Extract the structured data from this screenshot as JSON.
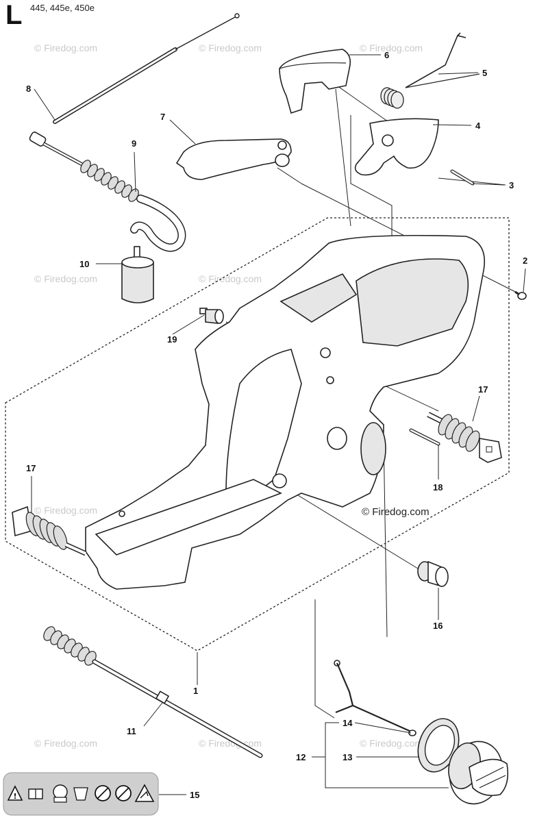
{
  "diagram": {
    "section_letter": "L",
    "models": "445, 445e, 450e",
    "watermark": "© Firedog.com",
    "watermark_main": "© Firedog.com",
    "callouts": [
      "1",
      "2",
      "3",
      "4",
      "5",
      "6",
      "7",
      "8",
      "9",
      "10",
      "11",
      "12",
      "13",
      "14",
      "15",
      "16",
      "17",
      "17",
      "18",
      "19"
    ],
    "warning_icons": [
      "warning-triangle-icon",
      "manual-book-icon",
      "protective-gear-icon",
      "chainsaw-hand-icon",
      "no-one-hand-icon",
      "no-kickback-icon",
      "kickback-warning-icon"
    ]
  }
}
